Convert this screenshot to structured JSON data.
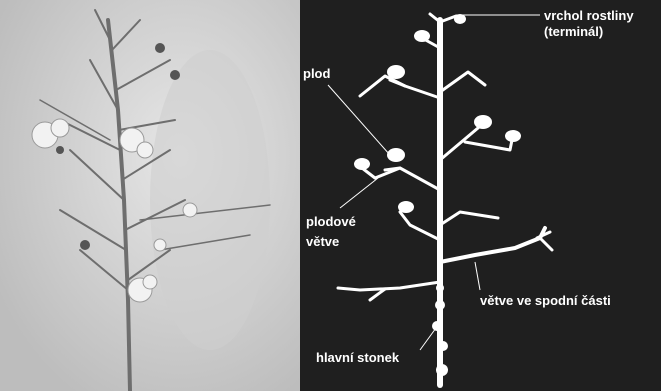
{
  "labels": {
    "top": {
      "line1": "vrchol rostliny",
      "line2": "(terminál)"
    },
    "fruit": "plod",
    "fruit_branches": {
      "line1": "plodové",
      "line2": "větve"
    },
    "lower_branches": "větve ve spodní části",
    "main_stem": "hlavní stonek"
  },
  "colors": {
    "diagram_background": "#1f1f1f",
    "diagram_lines": "#ffffff",
    "photo_background": "#dcdcdc",
    "photo_stems": "#6e6e6e",
    "cotton_bolls": "#f2f2f2"
  }
}
